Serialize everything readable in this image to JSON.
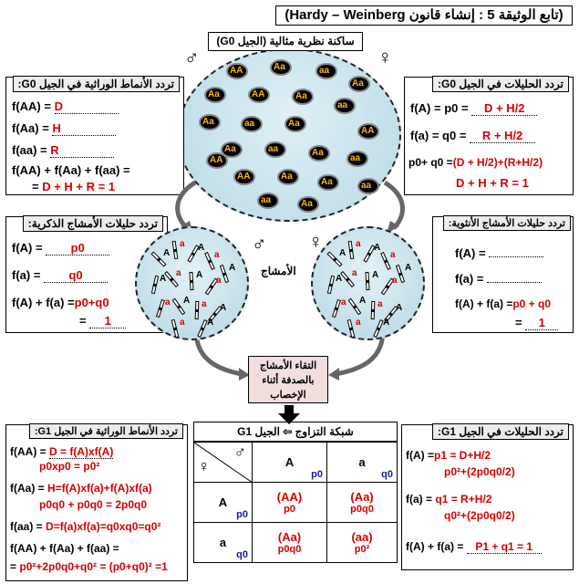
{
  "title": "(تابع الوثيقة 5 : إنشاء قانون Hardy – Weinberg)",
  "population": {
    "title": "ساكنة نظرية مثالية (الجيل G0)",
    "male_symbol": "♂",
    "female_symbol": "♀",
    "mice": [
      "AA",
      "Aa",
      "aa",
      "Aa",
      "Aa",
      "AA",
      "Aa",
      "aa",
      "Aa",
      "aa",
      "Aa",
      "AA",
      "Aa",
      "aa",
      "Aa",
      "aa",
      "AA",
      "Aa",
      "Aa",
      "AA",
      "aa",
      "aa",
      "Aa"
    ]
  },
  "genotype_g0": {
    "header": "تردد الأنماط الوراثية في الجيل G0:",
    "rows": [
      {
        "label": "f(AA) =",
        "value": "D"
      },
      {
        "label": "f(Aa) =",
        "value": "H"
      },
      {
        "label": "f(aa) =",
        "value": "R"
      }
    ],
    "sum_label": "f(AA) + f(Aa) + f(aa) =",
    "sum_prefix": "=",
    "sum_value": "D + H + R = 1"
  },
  "allele_g0": {
    "header": "تردد الحليلات في الجيل G0:",
    "rows": [
      {
        "label": "f(A) = p0 =",
        "value": "D + H/2"
      },
      {
        "label": "f(a)  = q0 =",
        "value": "R + H/2"
      }
    ],
    "sum_label": "p0+ q0 =",
    "sum_value": "(D + H/2)+(R+H/2)",
    "sum_value2": "D + H + R = 1"
  },
  "male_gametes": {
    "header": "تردد حليلات الأمشاج الذكرية:",
    "rows": [
      {
        "label": "f(A) =",
        "value": "p0"
      },
      {
        "label": "f(a)  =",
        "value": "q0"
      },
      {
        "label": "f(A) + f(a) =",
        "value": "p0+q0"
      }
    ],
    "result_prefix": "=",
    "result": "1"
  },
  "female_gametes": {
    "header": "تردد حليلات الأمشاج الأنثوية:",
    "rows": [
      {
        "label": "f(A) =",
        "value": ""
      },
      {
        "label": "f(a)  =",
        "value": ""
      },
      {
        "label": "f(A) + f(a) =",
        "value": "p0 + q0"
      }
    ],
    "result_prefix": "=",
    "result": "1"
  },
  "gametes_label": "الأمشاج",
  "chromosome_letters_male": [
    "A",
    "a",
    "A",
    "a",
    "A",
    "a",
    "A",
    "a",
    "A",
    "a",
    "A",
    "a",
    "A",
    "a",
    "A"
  ],
  "chromosome_letters_female": [
    "A",
    "a",
    "A",
    "a",
    "A",
    "a",
    "A",
    "a",
    "A",
    "a",
    "A",
    "a",
    "A",
    "a",
    "A"
  ],
  "meeting": {
    "line1": "التقاء الأمشاج",
    "line2": "بالصدفة أثناء",
    "line3": "الإخصاب"
  },
  "genotype_g1": {
    "header": "تردد الأنماط الوراثية في الجيل G1:",
    "rows": [
      {
        "label": "f(AA) =",
        "v1": "D = f(A)xf(A)",
        "v2": "p0xp0 = p0²"
      },
      {
        "label": "f(Aa) =",
        "v1": "H=f(A)xf(a)+f(A)xf(a)",
        "v2": "p0q0 + p0q0 = 2p0q0"
      },
      {
        "label": "f(aa) =",
        "v1": "D=f(a)xf(a)=q0xq0=q0²",
        "v2": ""
      }
    ],
    "sum_label": "f(AA) + f(Aa) + f(aa) =",
    "sum_prefix": "=",
    "sum_value": "p0²+2p0q0+q0² = (p0+q0)² =1"
  },
  "allele_g1": {
    "header": "تردد الحليلات في الجيل G1:",
    "rows": [
      {
        "label": "f(A) =",
        "v1": "p1 = D+H/2",
        "v2": "p0²+(2p0q0/2)"
      },
      {
        "label": "f(a)  =",
        "v1": "q1 = R+H/2",
        "v2": "q0²+(2p0q0/2)"
      }
    ],
    "sum_label": "f(A) + f(a) =",
    "sum_value": "P1 + q1 = 1"
  },
  "grid": {
    "title": "شبكة التزاوج  ⇦  الجيل G1",
    "col_headers": [
      {
        "allele": "A",
        "freq": "p0"
      },
      {
        "allele": "a",
        "freq": "q0"
      }
    ],
    "row_headers": [
      {
        "allele": "A",
        "freq": "p0"
      },
      {
        "allele": "a",
        "freq": "q0"
      }
    ],
    "cells": [
      [
        {
          "gen": "(AA)",
          "freq": "p0"
        },
        {
          "gen": "(Aa)",
          "freq": "p0q0"
        }
      ],
      [
        {
          "gen": "(Aa)",
          "freq": "p0q0"
        },
        {
          "gen": "(aa)",
          "freq": "p0²"
        }
      ]
    ],
    "female_symbol": "♀",
    "male_symbol": "♂"
  }
}
